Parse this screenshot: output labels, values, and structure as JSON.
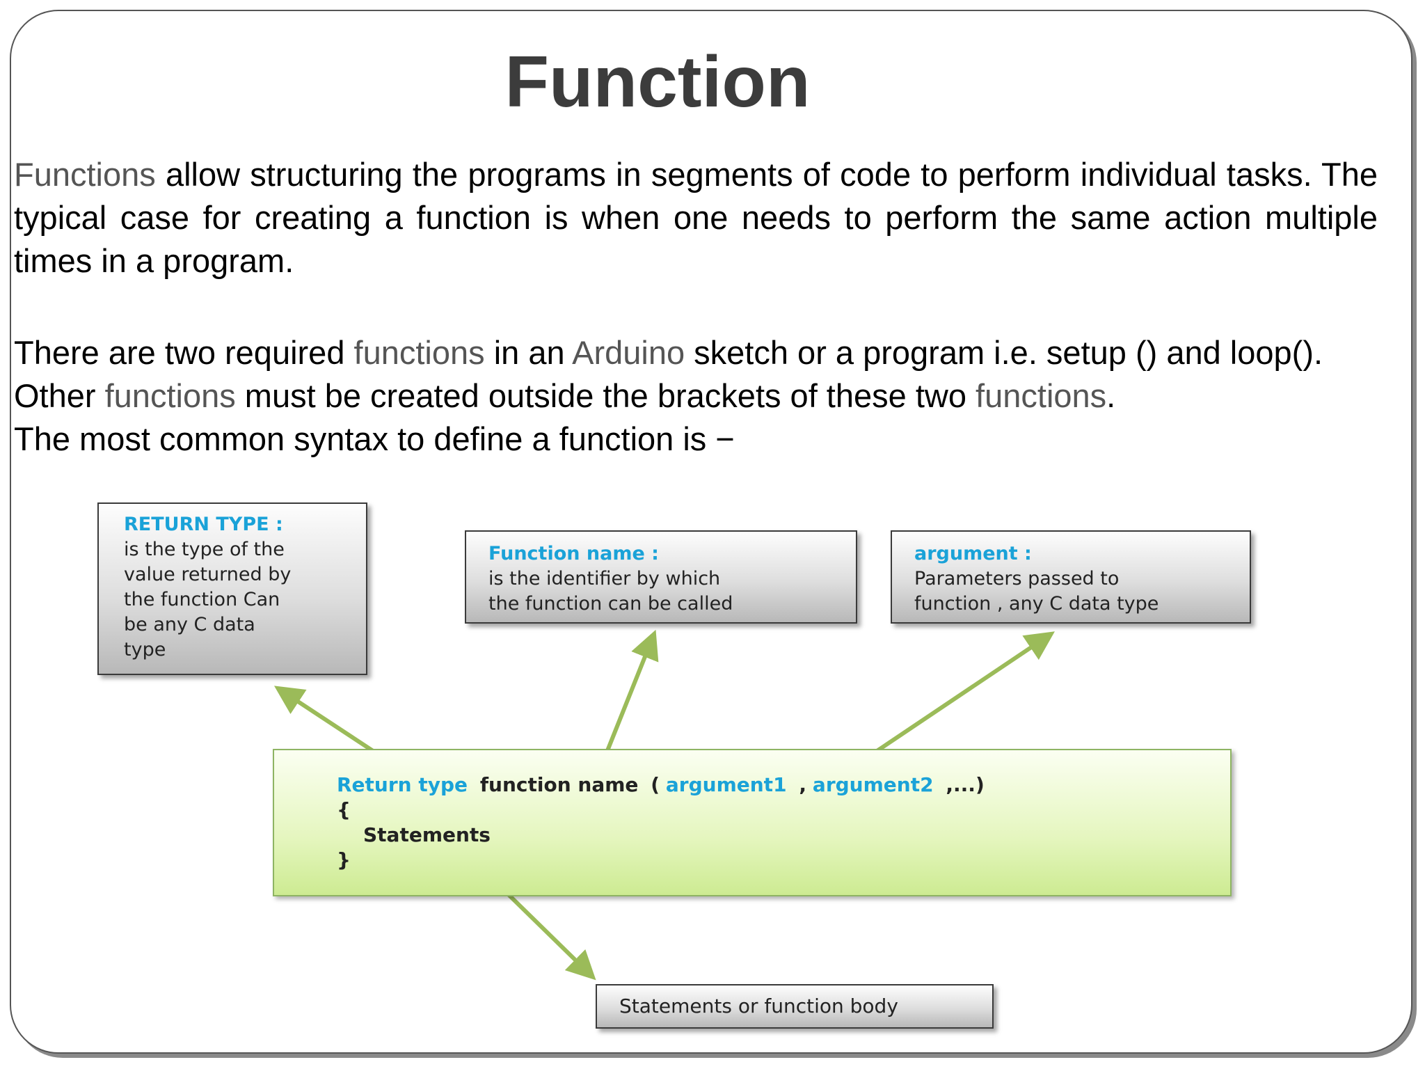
{
  "slide": {
    "title": "Function",
    "paragraph1": {
      "lead_word": "Functions",
      "rest": " allow structuring the programs in segments of code to perform individual tasks. The typical case for creating a function is when one needs to perform the same action multiple times in a program."
    },
    "paragraph2": {
      "t1": "There are two required ",
      "w1": "functions",
      "t2": " in an ",
      "w2": "Arduino",
      "t3": " sketch or a program i.e. setup () and loop(). Other ",
      "w3": "functions",
      "t4": " must be created outside the brackets of these two ",
      "w4": "functions",
      "t5": ".",
      "t6": "The most common syntax to define a function is −"
    }
  },
  "diagram": {
    "return_type_box": {
      "label": "RETURN TYPE :",
      "lines": [
        "is the type of the",
        "value returned by",
        "the function Can",
        "be any  C data",
        "type"
      ]
    },
    "function_name_box": {
      "label": "Function  name :",
      "lines": [
        "is the identifier  by which",
        "the function can be called"
      ]
    },
    "argument_box": {
      "label": "argument :",
      "lines": [
        "Parameters passed to",
        "function , any C data type"
      ]
    },
    "code": {
      "return_type": "Return type",
      "function_name": "function name",
      "open_paren": "(",
      "arg1": "argument1",
      "comma": ",",
      "arg2": "argument2",
      "tail": ",...)",
      "open_brace": "{",
      "statements": "Statements",
      "close_brace": "}"
    },
    "body_box": {
      "text": "Statements or function body"
    },
    "colors": {
      "accent_blue": "#1aa2d8",
      "arrow_green": "#9bbb59",
      "code_bg": "#e5f6bf"
    }
  }
}
